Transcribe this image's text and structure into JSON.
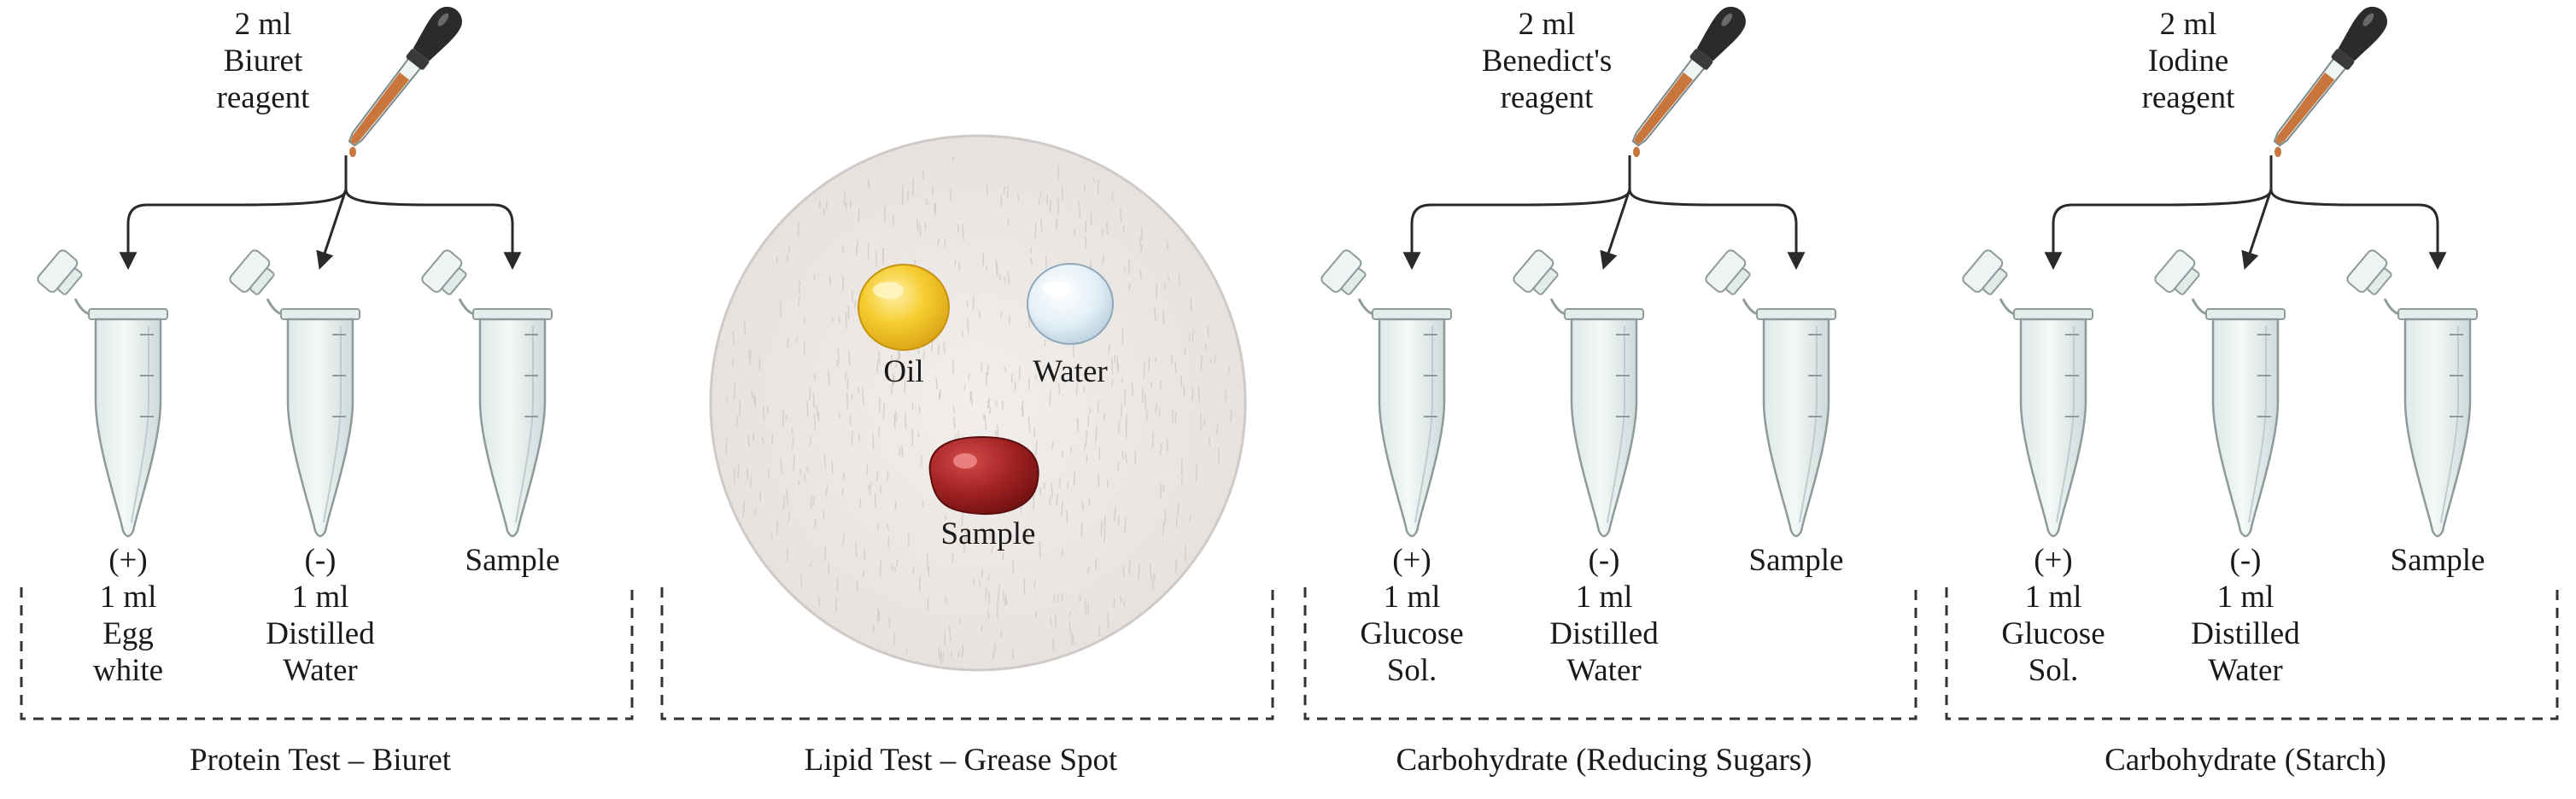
{
  "colors": {
    "arrow": "#2a2a2a",
    "tube_fill": "#e8f0f0",
    "tube_stroke": "#8e9b9b",
    "reagent": "#c8763c",
    "bulb": "#2b2b2b",
    "oil": "#f3c62a",
    "water": "#dcecf6",
    "sample_drop": "#9c1d1d",
    "filter_paper": "#ece8e6",
    "bracket": "#333333"
  },
  "panels": [
    {
      "id": "protein",
      "reagent_label": [
        "2 ml",
        "Biuret",
        "reagent"
      ],
      "tubes": [
        {
          "label": [
            "(+)",
            "1 ml",
            "Egg",
            "white"
          ]
        },
        {
          "label": [
            "(-)",
            "1 ml",
            "Distilled",
            "Water"
          ]
        },
        {
          "label": [
            "Sample"
          ]
        }
      ],
      "caption": "Protein Test – Biuret"
    },
    {
      "id": "lipid",
      "spots": [
        {
          "label": "Oil",
          "icon": "oil-drop-icon"
        },
        {
          "label": "Water",
          "icon": "water-drop-icon"
        },
        {
          "label": "Sample",
          "icon": "sample-drop-icon"
        }
      ],
      "caption": "Lipid Test – Grease Spot"
    },
    {
      "id": "reducing-sugars",
      "reagent_label": [
        "2 ml",
        "Benedict's",
        "reagent"
      ],
      "tubes": [
        {
          "label": [
            "(+)",
            "1 ml",
            "Glucose",
            "Sol."
          ]
        },
        {
          "label": [
            "(-)",
            "1 ml",
            "Distilled",
            "Water"
          ]
        },
        {
          "label": [
            "Sample"
          ]
        }
      ],
      "caption": "Carbohydrate (Reducing Sugars)"
    },
    {
      "id": "starch",
      "reagent_label": [
        "2 ml",
        "Iodine",
        "reagent"
      ],
      "tubes": [
        {
          "label": [
            "(+)",
            "1 ml",
            "Glucose",
            "Sol."
          ]
        },
        {
          "label": [
            "(-)",
            "1 ml",
            "Distilled",
            "Water"
          ]
        },
        {
          "label": [
            "Sample"
          ]
        }
      ],
      "caption": "Carbohydrate (Starch)"
    }
  ]
}
